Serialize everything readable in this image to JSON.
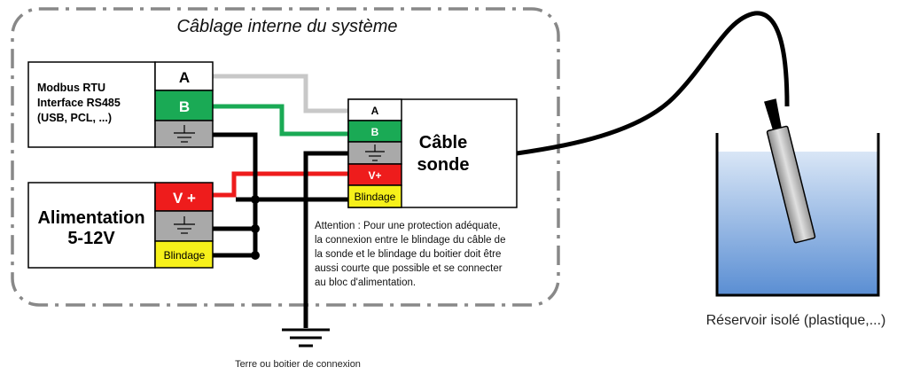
{
  "system_label": "Câblage interne du système",
  "modbus": {
    "line1": "Modbus RTU",
    "line2": "Interface RS485",
    "line3": "(USB, PCL, ...)",
    "terminal_a": "A",
    "terminal_b": "B"
  },
  "power": {
    "line1": "Alimentation",
    "line2": "5-12V",
    "terminal_v": "V +",
    "terminal_shield": "Blindage"
  },
  "probe_cable": {
    "line1": "Câble",
    "line2": "sonde",
    "terminal_a": "A",
    "terminal_b": "B",
    "terminal_v": "V+",
    "terminal_shield": "Blindage"
  },
  "attention_note": [
    "Attention : Pour une protection adéquate,",
    "la connexion entre le blindage du câble de",
    "la sonde et le blindage du boitier doit être",
    "aussi courte que possible et se connecter",
    "au bloc d'alimentation."
  ],
  "ground_label": "Terre ou boitier de connexion",
  "tank_label": "Réservoir isolé (plastique,...)",
  "colors": {
    "wire_a": "#c8c8c8",
    "wire_b": "#1aaa55",
    "wire_power": "#ee1c1c",
    "wire_ground": "#000000",
    "ground_block": "#a9a9a9",
    "shield_block": "#f6f01a",
    "water_top": "#d6e4f5",
    "water_bottom": "#5b8fd4"
  }
}
